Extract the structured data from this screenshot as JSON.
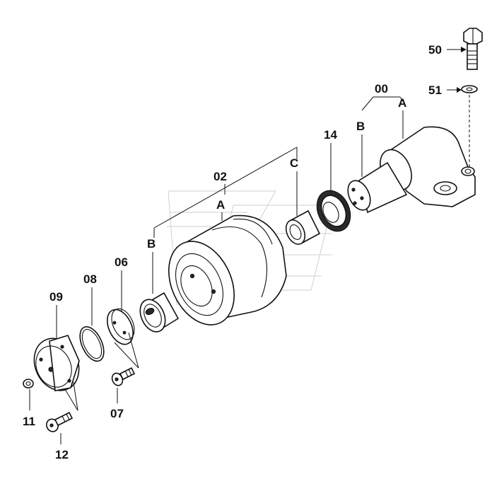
{
  "parts": {
    "p50": "50",
    "p51": "51",
    "p00": "00",
    "p14": "14",
    "p02": "02",
    "p08": "08",
    "p06": "06",
    "p09": "09",
    "p11": "11",
    "p12": "12",
    "p07": "07"
  },
  "callouts": {
    "a_upper": "A",
    "b_upper": "B",
    "c": "C",
    "a_lower": "A",
    "b_lower": "B"
  }
}
